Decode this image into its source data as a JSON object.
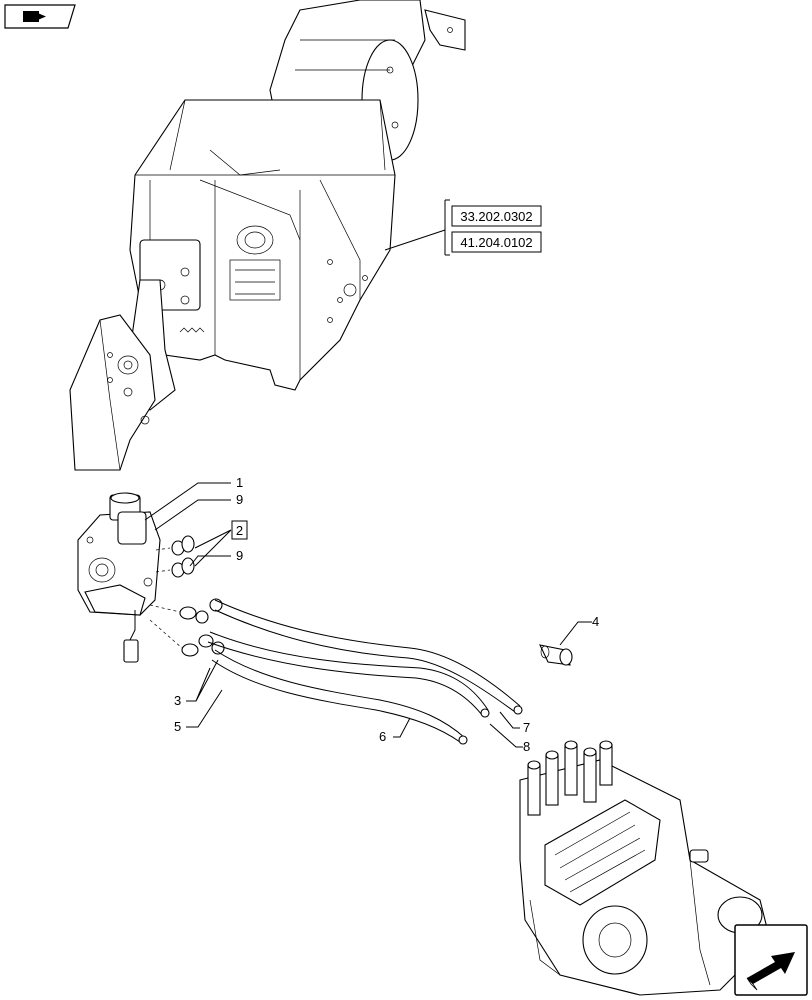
{
  "references": [
    "33.202.0302",
    "41.204.0102"
  ],
  "callouts": [
    "1",
    "9",
    "2",
    "9",
    "4",
    "3",
    "5",
    "6",
    "7",
    "8"
  ],
  "icons": {
    "top_left": "book-navigation-icon",
    "bottom_right": "next-page-arrow-icon"
  }
}
